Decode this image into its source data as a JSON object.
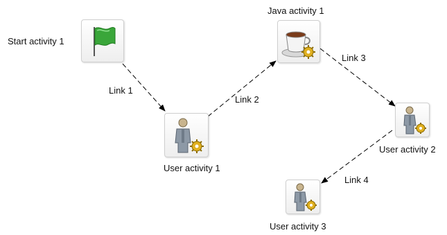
{
  "nodes": {
    "start_activity": {
      "label": "Start activity 1",
      "icon": "green-flag-icon"
    },
    "user_activity_1": {
      "label": "User activity 1",
      "icon": "user-gear-icon"
    },
    "java_activity": {
      "label": "Java activity 1",
      "icon": "coffee-cup-gear-icon"
    },
    "user_activity_2": {
      "label": "User activity 2",
      "icon": "user-gear-icon"
    },
    "user_activity_3": {
      "label": "User activity 3",
      "icon": "user-gear-icon"
    }
  },
  "links": [
    {
      "label": "Link 1",
      "from": "Start activity 1",
      "to": "User activity 1"
    },
    {
      "label": "Link 2",
      "from": "User activity 1",
      "to": "Java activity 1"
    },
    {
      "label": "Link 3",
      "from": "Java activity 1",
      "to": "User activity 2"
    },
    {
      "label": "Link 4",
      "from": "User activity 2",
      "to": "User activity 3"
    }
  ],
  "colors": {
    "flag_green": "#3aa63a",
    "gear_gold": "#e0b020",
    "person_gray": "#8d99a6",
    "link_line": "#000000"
  }
}
